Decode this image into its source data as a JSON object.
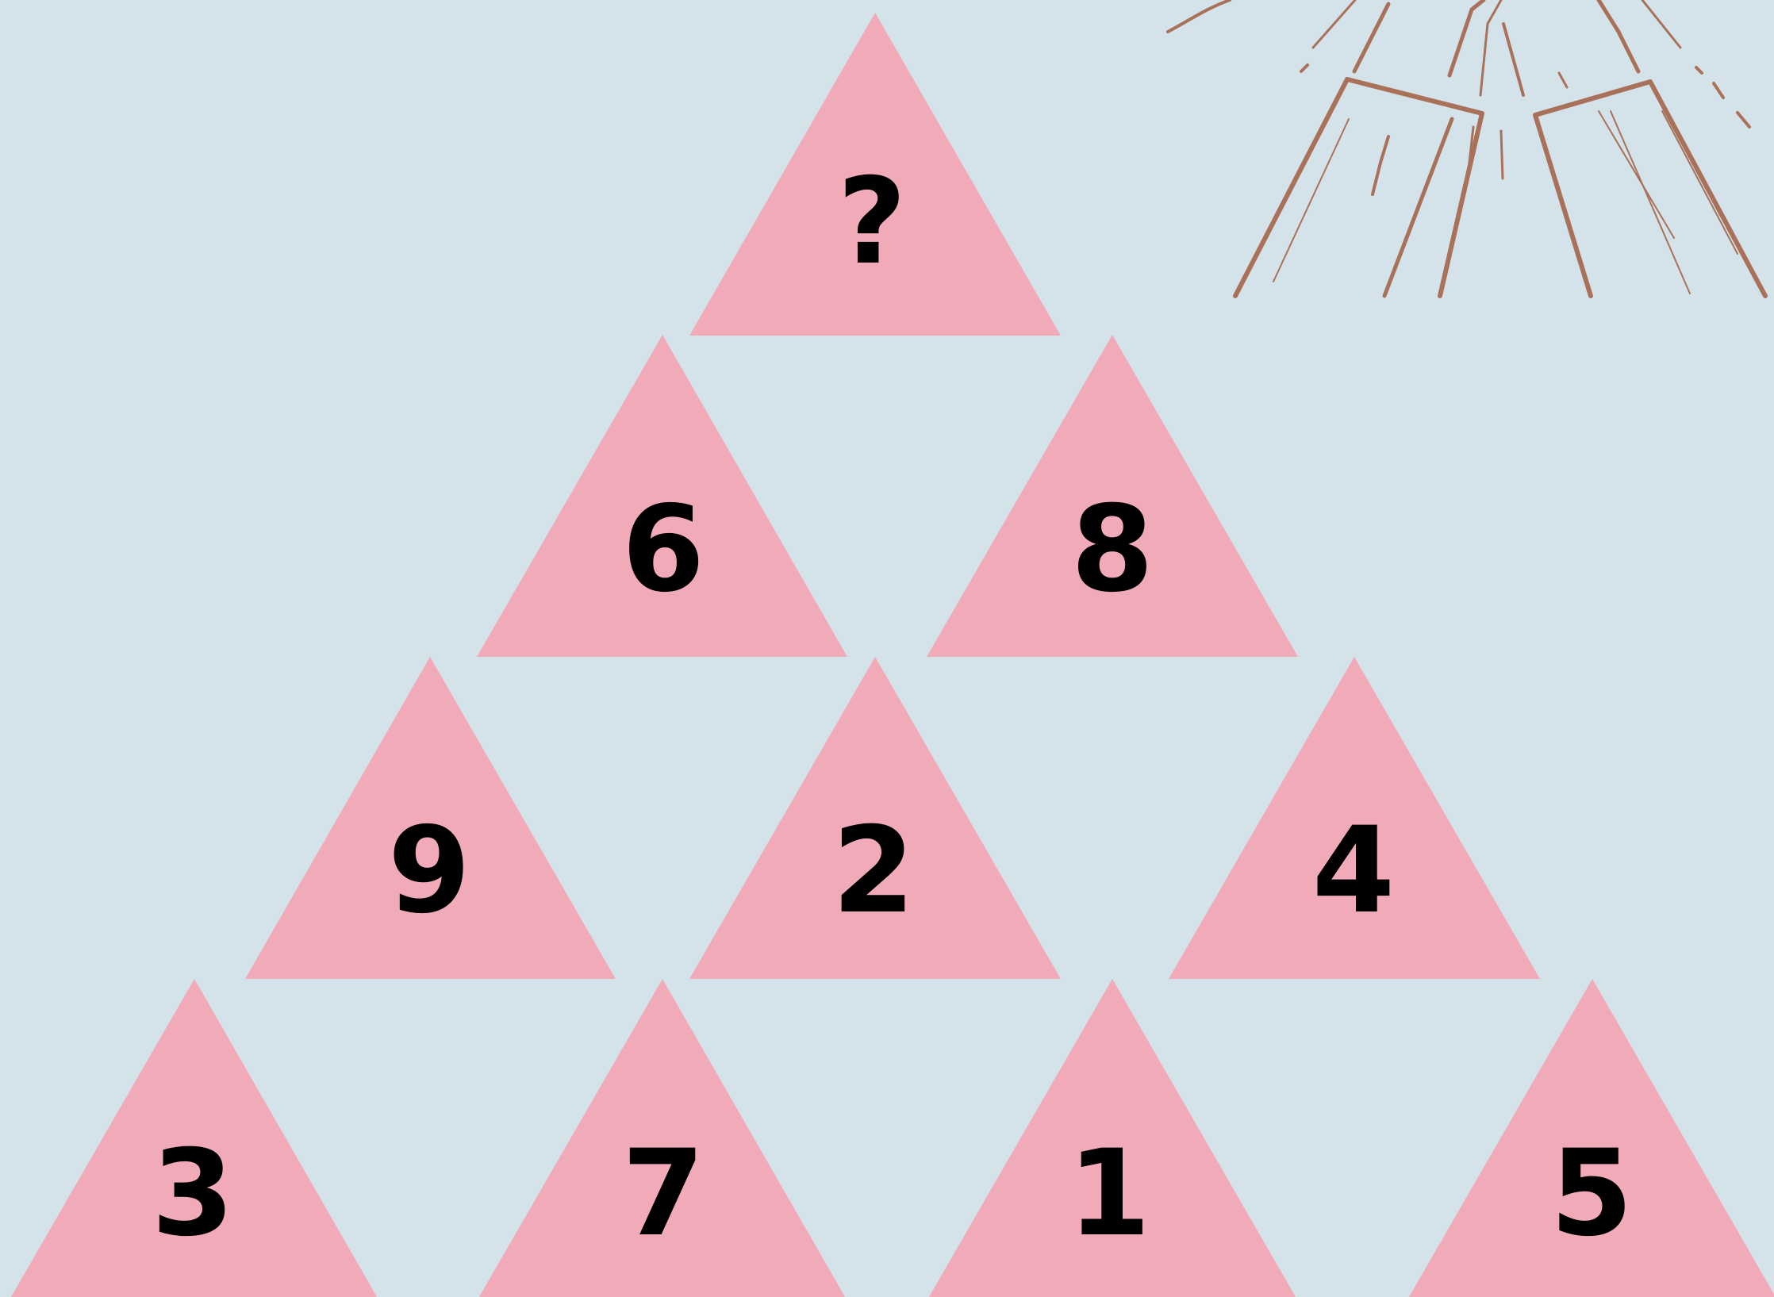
{
  "puzzle": {
    "top": "?",
    "row2": [
      "6",
      "8"
    ],
    "row3": [
      "9",
      "2",
      "4"
    ],
    "row4": [
      "3",
      "7",
      "1",
      "5"
    ]
  },
  "colors": {
    "background": "#d4e3ea",
    "triangle": "#f1abb8",
    "text": "#000000",
    "decoration": "#a9715a"
  },
  "decoration": {
    "icon": "hand-drawn-tent-sunburst-icon"
  }
}
